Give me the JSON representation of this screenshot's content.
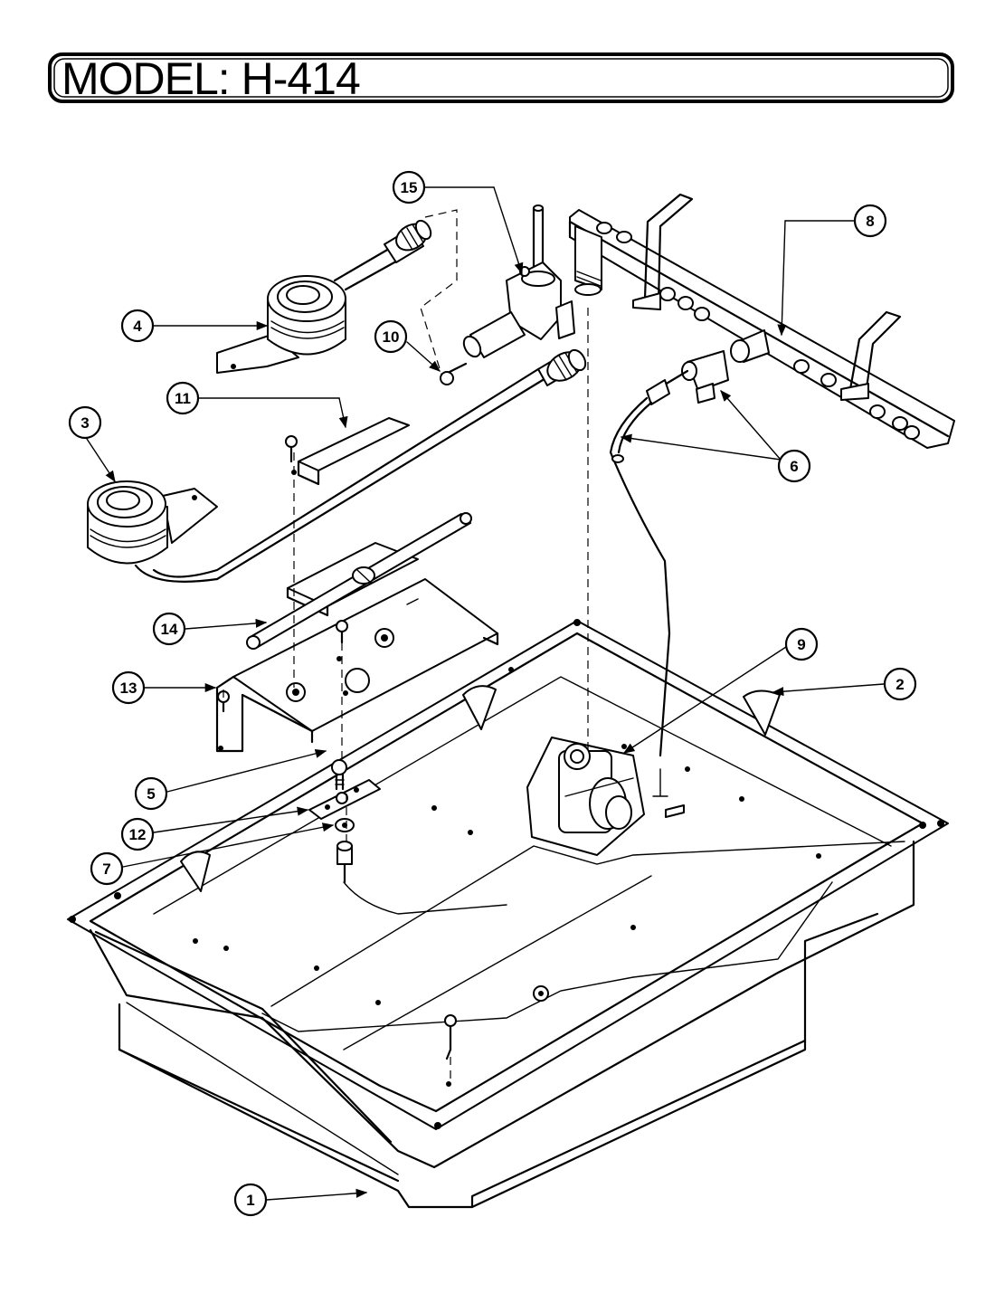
{
  "header": {
    "title": "MODEL: H-414"
  },
  "callouts": [
    {
      "id": "c1",
      "label": "1"
    },
    {
      "id": "c2",
      "label": "2"
    },
    {
      "id": "c3",
      "label": "3"
    },
    {
      "id": "c4",
      "label": "4"
    },
    {
      "id": "c5",
      "label": "5"
    },
    {
      "id": "c6",
      "label": "6"
    },
    {
      "id": "c7",
      "label": "7"
    },
    {
      "id": "c8",
      "label": "8"
    },
    {
      "id": "c9",
      "label": "9"
    },
    {
      "id": "c10",
      "label": "10"
    },
    {
      "id": "c11",
      "label": "11"
    },
    {
      "id": "c12",
      "label": "12"
    },
    {
      "id": "c13",
      "label": "13"
    },
    {
      "id": "c14",
      "label": "14"
    },
    {
      "id": "c15",
      "label": "15"
    }
  ],
  "colors": {
    "ink": "#000000",
    "paper": "#ffffff"
  }
}
